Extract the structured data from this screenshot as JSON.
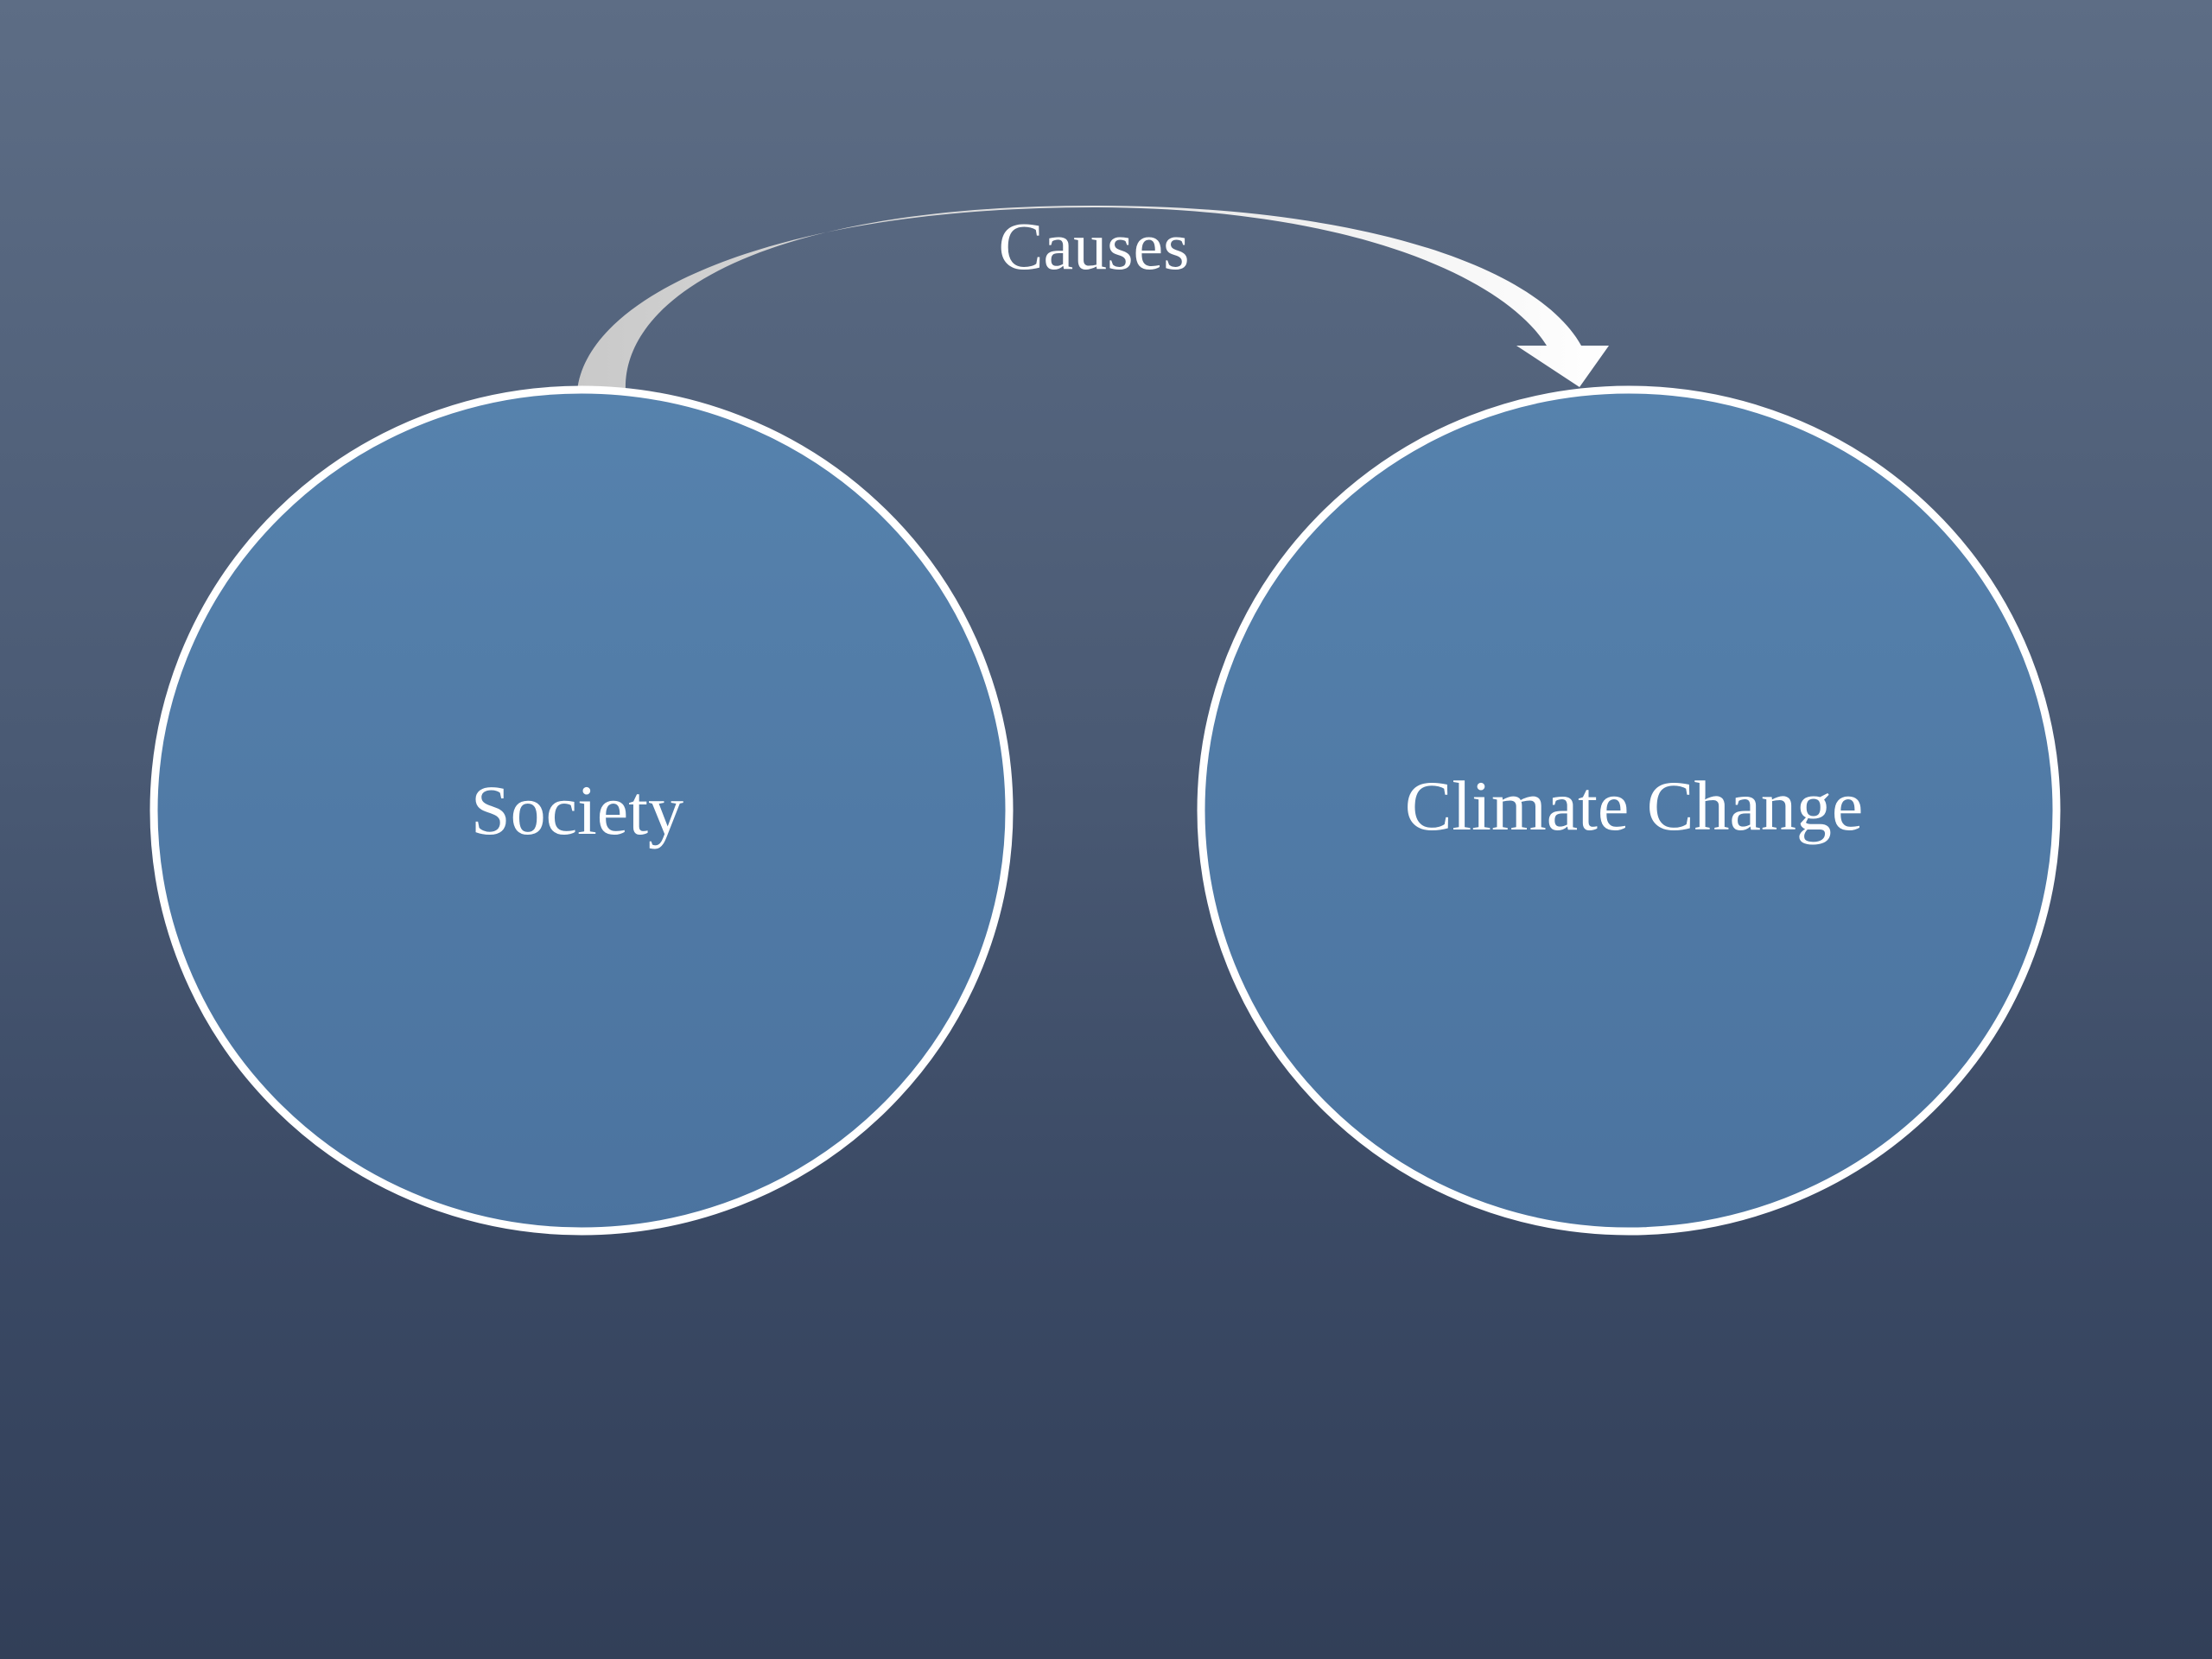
{
  "diagram": {
    "nodes": [
      {
        "id": "society",
        "label": "Society"
      },
      {
        "id": "climate",
        "label": "Climate Change"
      }
    ],
    "edges": [
      {
        "from": "society",
        "to": "climate",
        "label": "Causes"
      }
    ]
  },
  "colors": {
    "background_top": "#5d6d85",
    "background_bottom": "#323f58",
    "node_fill": "#5480ab",
    "node_stroke": "#ffffff",
    "arrow_fill_start": "#c8c8c8",
    "arrow_fill_end": "#ffffff",
    "text": "#ffffff"
  }
}
